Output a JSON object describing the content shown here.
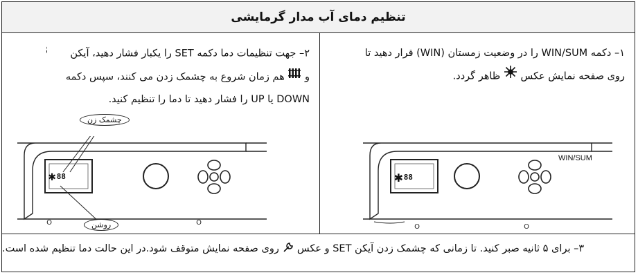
{
  "header": {
    "title": "تنظیم دمای آب مدار گرمایشی"
  },
  "step1": {
    "line1": "۱– دکمه WIN/SUM را در وضعیت زمستان (WIN) قرار دهید تا",
    "line2_a": "روی صفحه نمایش عکس",
    "line2_b": "ظاهر گردد.",
    "win_label": "WIN/SUM"
  },
  "step2": {
    "line1_a": "۲– جهت تنظیمات دما دکمه SET را یکبار فشار دهید، آیکن",
    "line2_a": "و",
    "line2_b": "هم زمان شروع به چشمک زدن می کنند، سپس دکمه",
    "line3": "DOWN یا UP را فشار دهید تا دما را تنظیم کنید.",
    "callout_blink": "چشمک زن",
    "callout_on": "روشن"
  },
  "step3": {
    "text_a": "۳– برای ۵ ثانیه صبر کنید. تا زمانی که چشمک زدن آیکن SET و عکس",
    "text_b": "روی صفحه نمایش متوقف شود.در این حالت دما تنظیم شده است."
  },
  "icons": [
    "snowflake-icon",
    "digit-88-icon",
    "radiator-icon",
    "wrench-icon"
  ]
}
